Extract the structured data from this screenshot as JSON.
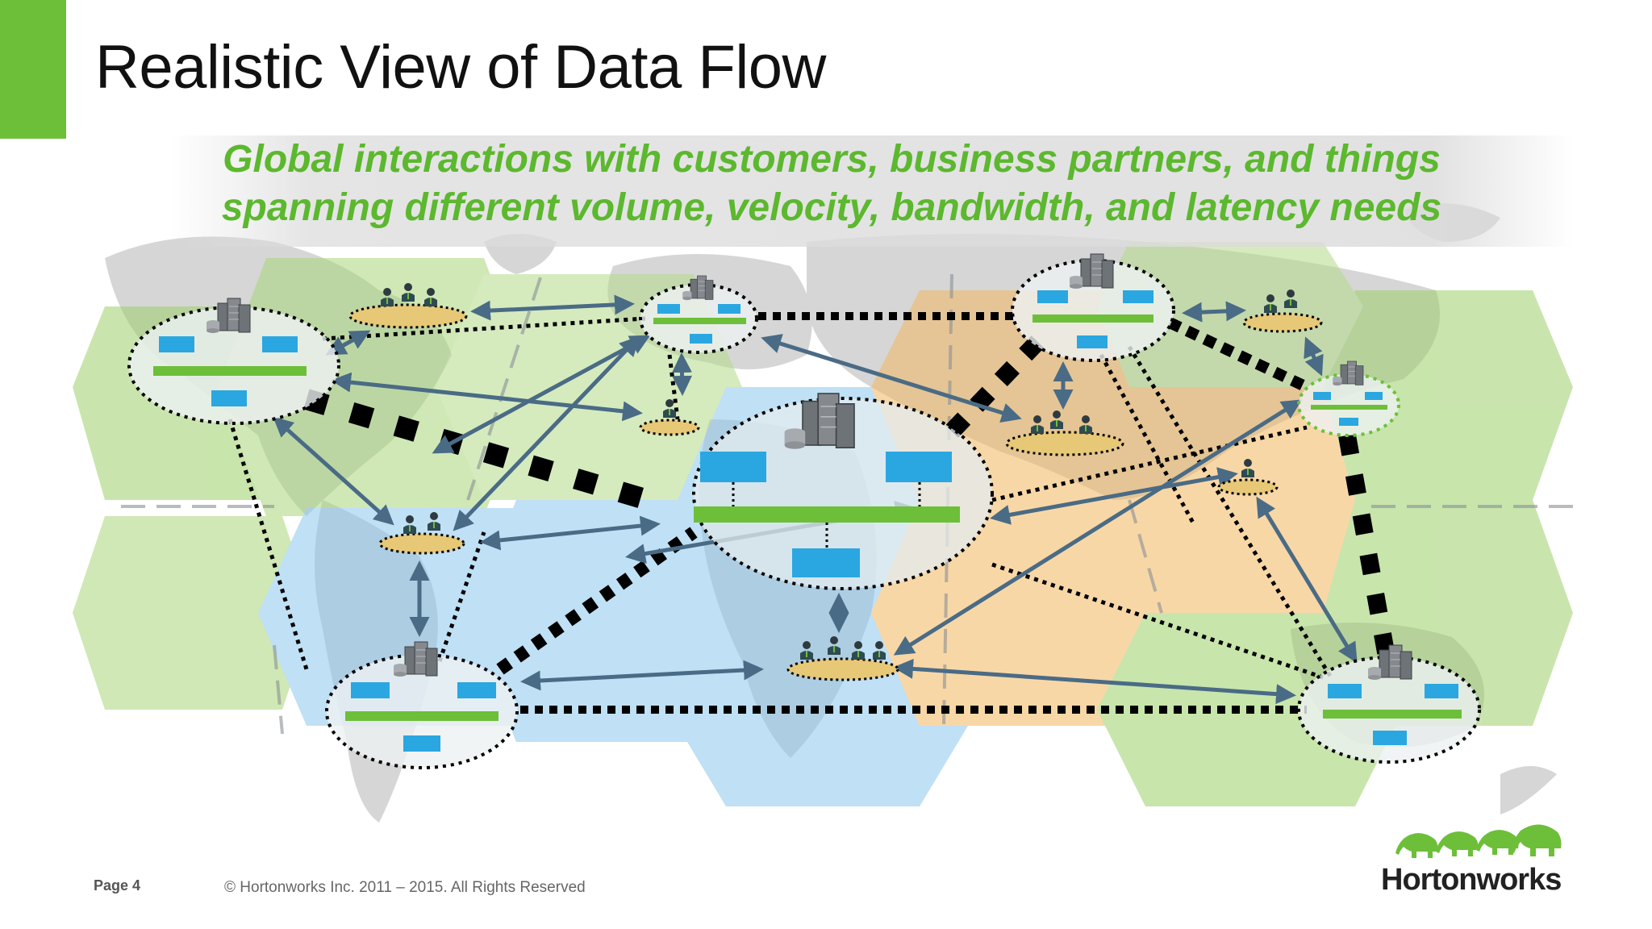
{
  "title": "Realistic View of Data Flow",
  "subtitle": {
    "line1": "Global interactions with customers, business partners, and things",
    "line2": "spanning different volume, velocity, bandwidth, and latency needs"
  },
  "footer": {
    "page_label": "Page",
    "page_number": "4",
    "copyright": "© Hortonworks Inc. 2011 – 2015. All Rights Reserved"
  },
  "logo": {
    "text": "Hortonworks"
  },
  "colors": {
    "accent": "#6dbf3a",
    "subtitle": "#5cb82e",
    "region_green": "#c6e2a8",
    "region_blue": "#a9d3ef",
    "region_orange": "#f7cf8f",
    "arrow": "#4a6b85",
    "node_blue": "#2aa7e0",
    "node_bar": "#6dbf3a"
  }
}
